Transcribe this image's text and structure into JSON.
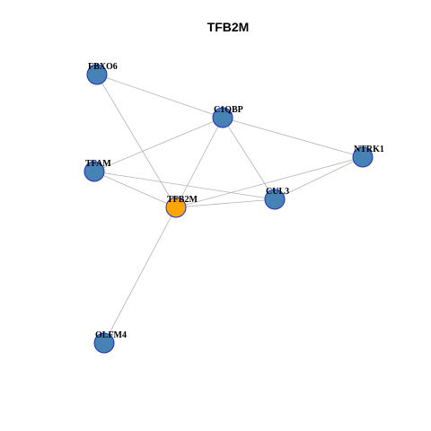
{
  "title": "TFB2M",
  "colors": {
    "focus_node": "#FFA500",
    "neighbor_node": "#4682B4",
    "node_border": "#1E2FC0",
    "edge": "#B3B3B3"
  },
  "nodes": [
    {
      "id": "FBXO6",
      "label": "FBXO6",
      "role": "neighbor"
    },
    {
      "id": "C1QBP",
      "label": "C1QBP",
      "role": "neighbor"
    },
    {
      "id": "NTRK1",
      "label": "NTRK1",
      "role": "neighbor"
    },
    {
      "id": "TFAM",
      "label": "TFAM",
      "role": "neighbor"
    },
    {
      "id": "TFB2M",
      "label": "TFB2M",
      "role": "focus"
    },
    {
      "id": "CUL3",
      "label": "CUL3",
      "role": "neighbor"
    },
    {
      "id": "OLFM4",
      "label": "OLFM4",
      "role": "neighbor"
    }
  ],
  "edges": [
    [
      "FBXO6",
      "C1QBP"
    ],
    [
      "FBXO6",
      "TFB2M"
    ],
    [
      "C1QBP",
      "TFAM"
    ],
    [
      "C1QBP",
      "NTRK1"
    ],
    [
      "C1QBP",
      "TFB2M"
    ],
    [
      "C1QBP",
      "CUL3"
    ],
    [
      "TFAM",
      "TFB2M"
    ],
    [
      "TFAM",
      "CUL3"
    ],
    [
      "TFB2M",
      "NTRK1"
    ],
    [
      "TFB2M",
      "CUL3"
    ],
    [
      "TFB2M",
      "OLFM4"
    ],
    [
      "CUL3",
      "NTRK1"
    ]
  ]
}
